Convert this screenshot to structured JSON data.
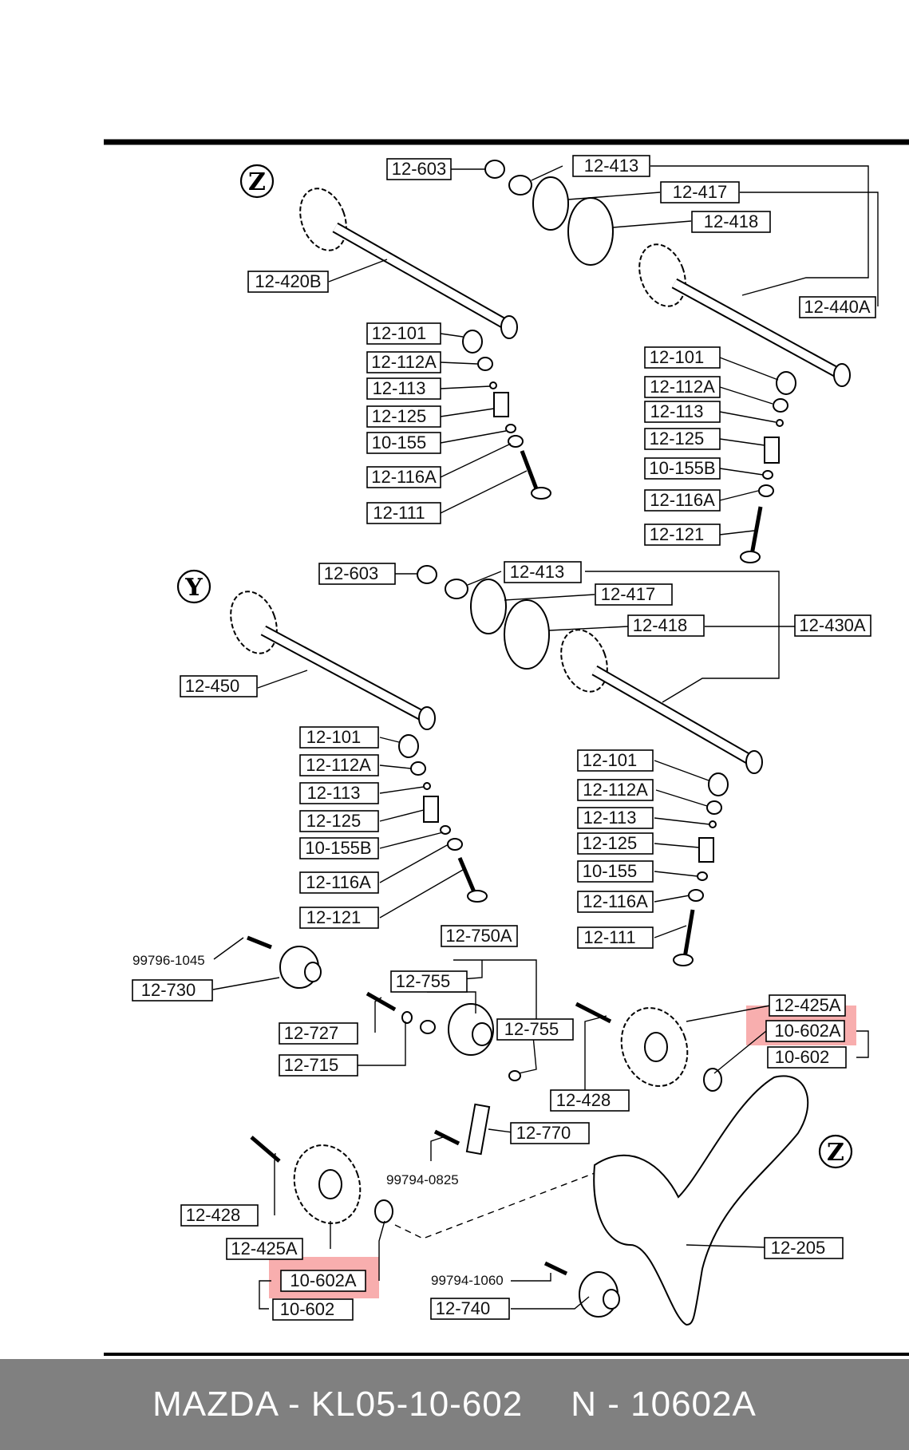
{
  "callouts": {
    "z1": "Z",
    "y1": "Y",
    "z2": "Z",
    "y2": "Y"
  },
  "labels": {
    "s1_12603": "12-603",
    "s1_12413": "12-413",
    "s1_12417": "12-417",
    "s1_12418": "12-418",
    "s1_12420B": "12-420B",
    "s1_12440A": "12-440A",
    "a_12101": "12-101",
    "a_12112A": "12-112A",
    "a_12113": "12-113",
    "a_12125": "12-125",
    "a_10155": "10-155",
    "a_12116A": "12-116A",
    "a_12111": "12-111",
    "b_12101": "12-101",
    "b_12112A": "12-112A",
    "b_12113": "12-113",
    "b_12125": "12-125",
    "b_10155B": "10-155B",
    "b_12116A": "12-116A",
    "b_12121": "12-121",
    "s2_12603": "12-603",
    "s2_12413": "12-413",
    "s2_12417": "12-417",
    "s2_12418": "12-418",
    "s2_12430A": "12-430A",
    "s2_12450": "12-450",
    "c_12101": "12-101",
    "c_12112A": "12-112A",
    "c_12113": "12-113",
    "c_12125": "12-125",
    "c_10155B": "10-155B",
    "c_12116A": "12-116A",
    "c_12121": "12-121",
    "d_12101": "12-101",
    "d_12112A": "12-112A",
    "d_12113": "12-113",
    "d_12125": "12-125",
    "d_10155": "10-155",
    "d_12116A": "12-116A",
    "d_12111": "12-111",
    "p_12750A": "12-750A",
    "p_12755a": "12-755",
    "p_12755b": "12-755",
    "p_12730": "12-730",
    "p_12727": "12-727",
    "p_12715": "12-715",
    "p_12425A_top": "12-425A",
    "p_10602A_top": "10-602A",
    "p_10602_top": "10-602",
    "p_12428_top": "12-428",
    "p_12770": "12-770",
    "p_12428_bot": "12-428",
    "p_12425A_bot": "12-425A",
    "p_10602A_bot": "10-602A",
    "p_10602_bot": "10-602",
    "p_12205": "12-205",
    "p_12740": "12-740"
  },
  "part_numbers": {
    "bolt_1045": "99796-1045",
    "bolt_0825": "99794-0825",
    "bolt_1060": "99794-1060"
  },
  "highlight_color": "#f26b6b",
  "footer": {
    "brand_part": "MAZDA - KL05-10-602",
    "alt_part": "N - 10602A"
  }
}
